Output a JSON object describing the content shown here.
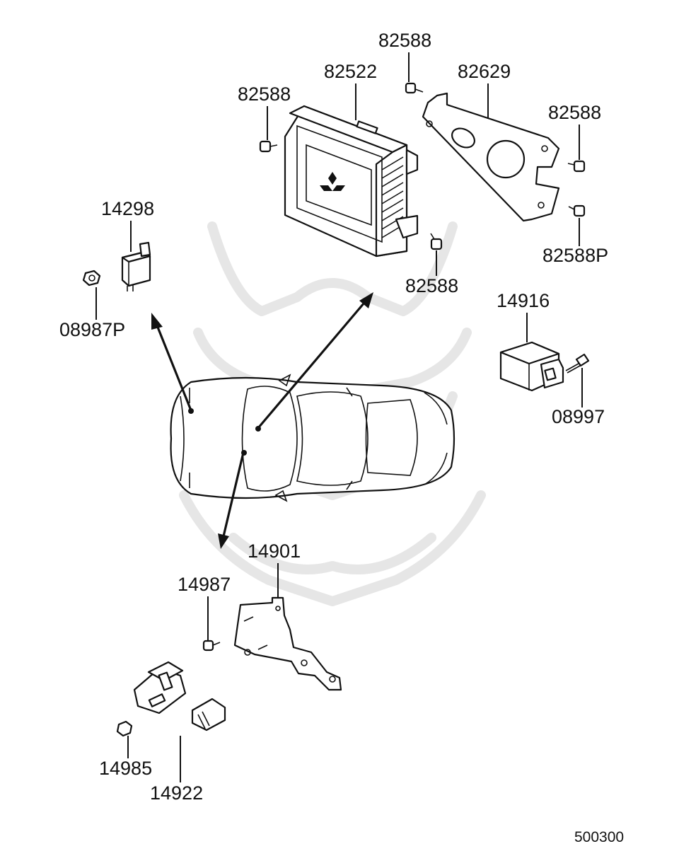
{
  "labels": {
    "ecu": "82522",
    "bolt_top": "82588",
    "bolt_left": "82588",
    "bracket": "82629",
    "bolt_right": "82588",
    "bolt_right_p": "82588P",
    "bolt_lower": "82588",
    "relay": "14298",
    "nut_relay": "08987P",
    "control_unit": "14916",
    "bolt_control_unit": "08997",
    "bracket_lower": "14901",
    "bolt_lower_left": "14987",
    "nut_lower_left": "14985",
    "harness": "14922",
    "diagram_number": "500300"
  },
  "icons": {
    "watermark": "samurai-helmet-watermark",
    "mitsubishi_logo": "three-diamond-logo"
  }
}
